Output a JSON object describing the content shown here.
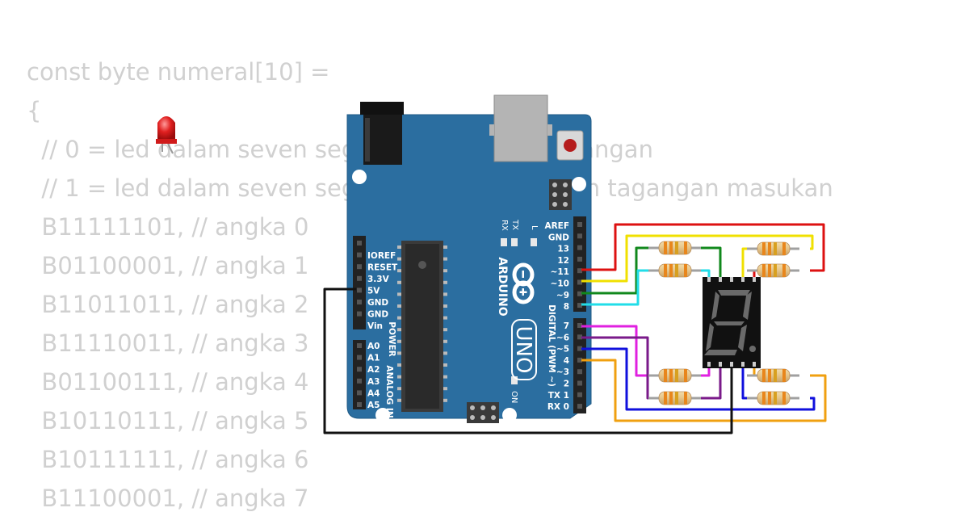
{
  "code_lines": [
    "const byte numeral[10] =",
    "{",
    "  // 0 = led dalam seven segment diberikan tagangan",
    "  // 1 = led dalam seven segment tidak diberikan tagangan masukan",
    "  B11111101, // angka 0",
    "  B01100001, // angka 1",
    "  B11011011, // angka 2",
    "  B11110011, // angka 3",
    "  B01100111, // angka 4",
    "  B10110111, // angka 5",
    "  B10111111, // angka 6",
    "  B11100001, // angka 7"
  ],
  "board": {
    "brand": "ARDUINO",
    "model": "UNO",
    "power_header_label": "POWER",
    "analog_header_label": "ANALOG IN",
    "digital_header_label": "DIGITAL (PWM ~)",
    "power_pins": [
      "IOREF",
      "RESET",
      "3.3V",
      "5V",
      "GND",
      "GND",
      "Vin"
    ],
    "analog_pins": [
      "A0",
      "A1",
      "A2",
      "A3",
      "A4",
      "A5"
    ],
    "digital_pins_top": [
      "AREF",
      "GND",
      "13",
      "12",
      "~11",
      "~10",
      "~9",
      "8"
    ],
    "digital_pins_bottom": [
      "7",
      "~6",
      "~5",
      "4",
      "~3",
      "2",
      "TX 1",
      "RX 0"
    ],
    "led_labels": {
      "tx": "TX",
      "rx": "RX",
      "l": "L",
      "on": "ON"
    }
  },
  "display": {
    "digit": "0",
    "segment_color": "#6a6a6a"
  },
  "wire_colors": {
    "red": "#dd1111",
    "yellow": "#f0e000",
    "green": "#11881c",
    "cyan": "#22dde8",
    "magenta": "#e020e0",
    "purple": "#7a1a8a",
    "blue": "#1010dd",
    "orange": "#f0a010",
    "black": "#111111"
  },
  "board_color": "#2b6ea0"
}
